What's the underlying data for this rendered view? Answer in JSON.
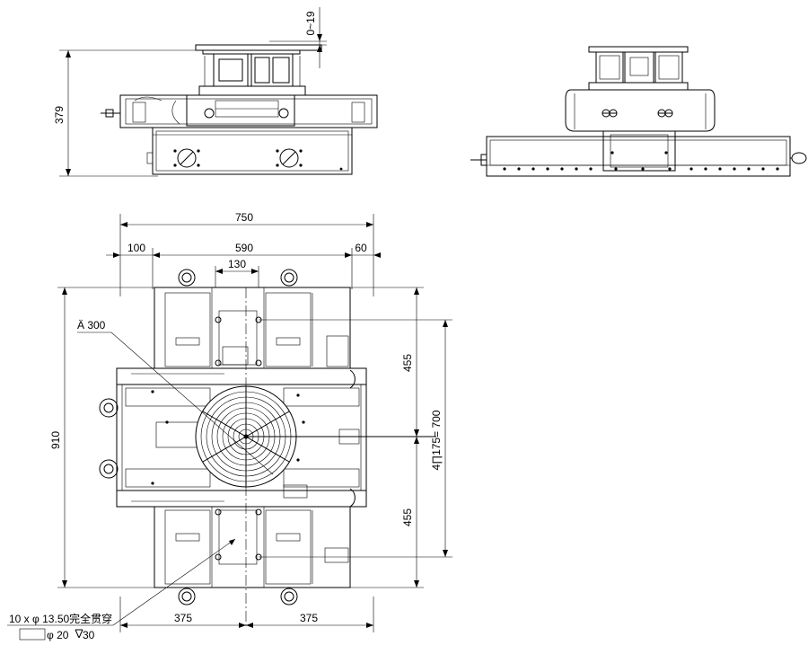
{
  "dimensions": {
    "top_height": "379",
    "top_adjust": "0~19",
    "overall_width": "750",
    "left_offset": "100",
    "mid_width": "590",
    "right_offset": "60",
    "center_width": "130",
    "overall_height": "910",
    "upper_half": "455",
    "lower_half": "455",
    "hole_spacing": "4∏175= 700",
    "bottom_left": "375",
    "bottom_right": "375"
  },
  "annotations": {
    "diameter_label": "Ä 300",
    "hole_note_line1": "10 x φ 13.50完全贯穿",
    "hole_note_line2": "φ 20",
    "hole_note_depth": "30"
  },
  "colors": {
    "line": "#000000",
    "background": "#ffffff"
  }
}
